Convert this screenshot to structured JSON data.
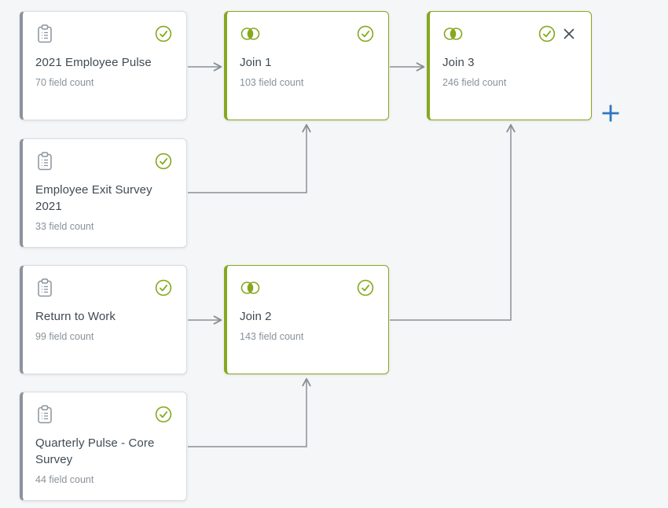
{
  "diagram": {
    "background_color": "#F5F6F7",
    "join_accent_color": "#85A81E",
    "source_accent_color": "#8B949C",
    "connector_color": "#8A9096",
    "add_button_color": "#2E77BE"
  },
  "nodes": [
    {
      "id": "source-2021-employee-pulse",
      "kind": "source",
      "title": "2021 Employee Pulse",
      "field_count": "70 field count",
      "type_icon": "clipboard-icon",
      "status_icon": "check-circle-icon"
    },
    {
      "id": "source-employee-exit-survey-2021",
      "kind": "source",
      "title": "Employee Exit Survey 2021",
      "field_count": "33 field count",
      "type_icon": "clipboard-icon",
      "status_icon": "check-circle-icon"
    },
    {
      "id": "source-return-to-work",
      "kind": "source",
      "title": "Return to Work",
      "field_count": "99 field count",
      "type_icon": "clipboard-icon",
      "status_icon": "check-circle-icon"
    },
    {
      "id": "source-quarterly-pulse-core-survey",
      "kind": "source",
      "title": "Quarterly Pulse - Core Survey",
      "field_count": "44 field count",
      "type_icon": "clipboard-icon",
      "status_icon": "check-circle-icon"
    },
    {
      "id": "join-1",
      "kind": "join",
      "title": "Join 1",
      "field_count": "103 field count",
      "type_icon": "join-venn-icon",
      "status_icon": "check-circle-icon"
    },
    {
      "id": "join-2",
      "kind": "join",
      "title": "Join 2",
      "field_count": "143 field count",
      "type_icon": "join-venn-icon",
      "status_icon": "check-circle-icon"
    },
    {
      "id": "join-3",
      "kind": "join",
      "title": "Join 3",
      "field_count": "246 field count",
      "type_icon": "join-venn-icon",
      "status_icon": "check-circle-icon",
      "close_icon": "close-icon"
    }
  ],
  "connections": [
    {
      "from": "source-2021-employee-pulse",
      "to": "join-1"
    },
    {
      "from": "source-employee-exit-survey-2021",
      "to": "join-1"
    },
    {
      "from": "source-return-to-work",
      "to": "join-2"
    },
    {
      "from": "source-quarterly-pulse-core-survey",
      "to": "join-2"
    },
    {
      "from": "join-1",
      "to": "join-3"
    },
    {
      "from": "join-2",
      "to": "join-3"
    }
  ],
  "add_button": {
    "icon": "plus-icon"
  }
}
